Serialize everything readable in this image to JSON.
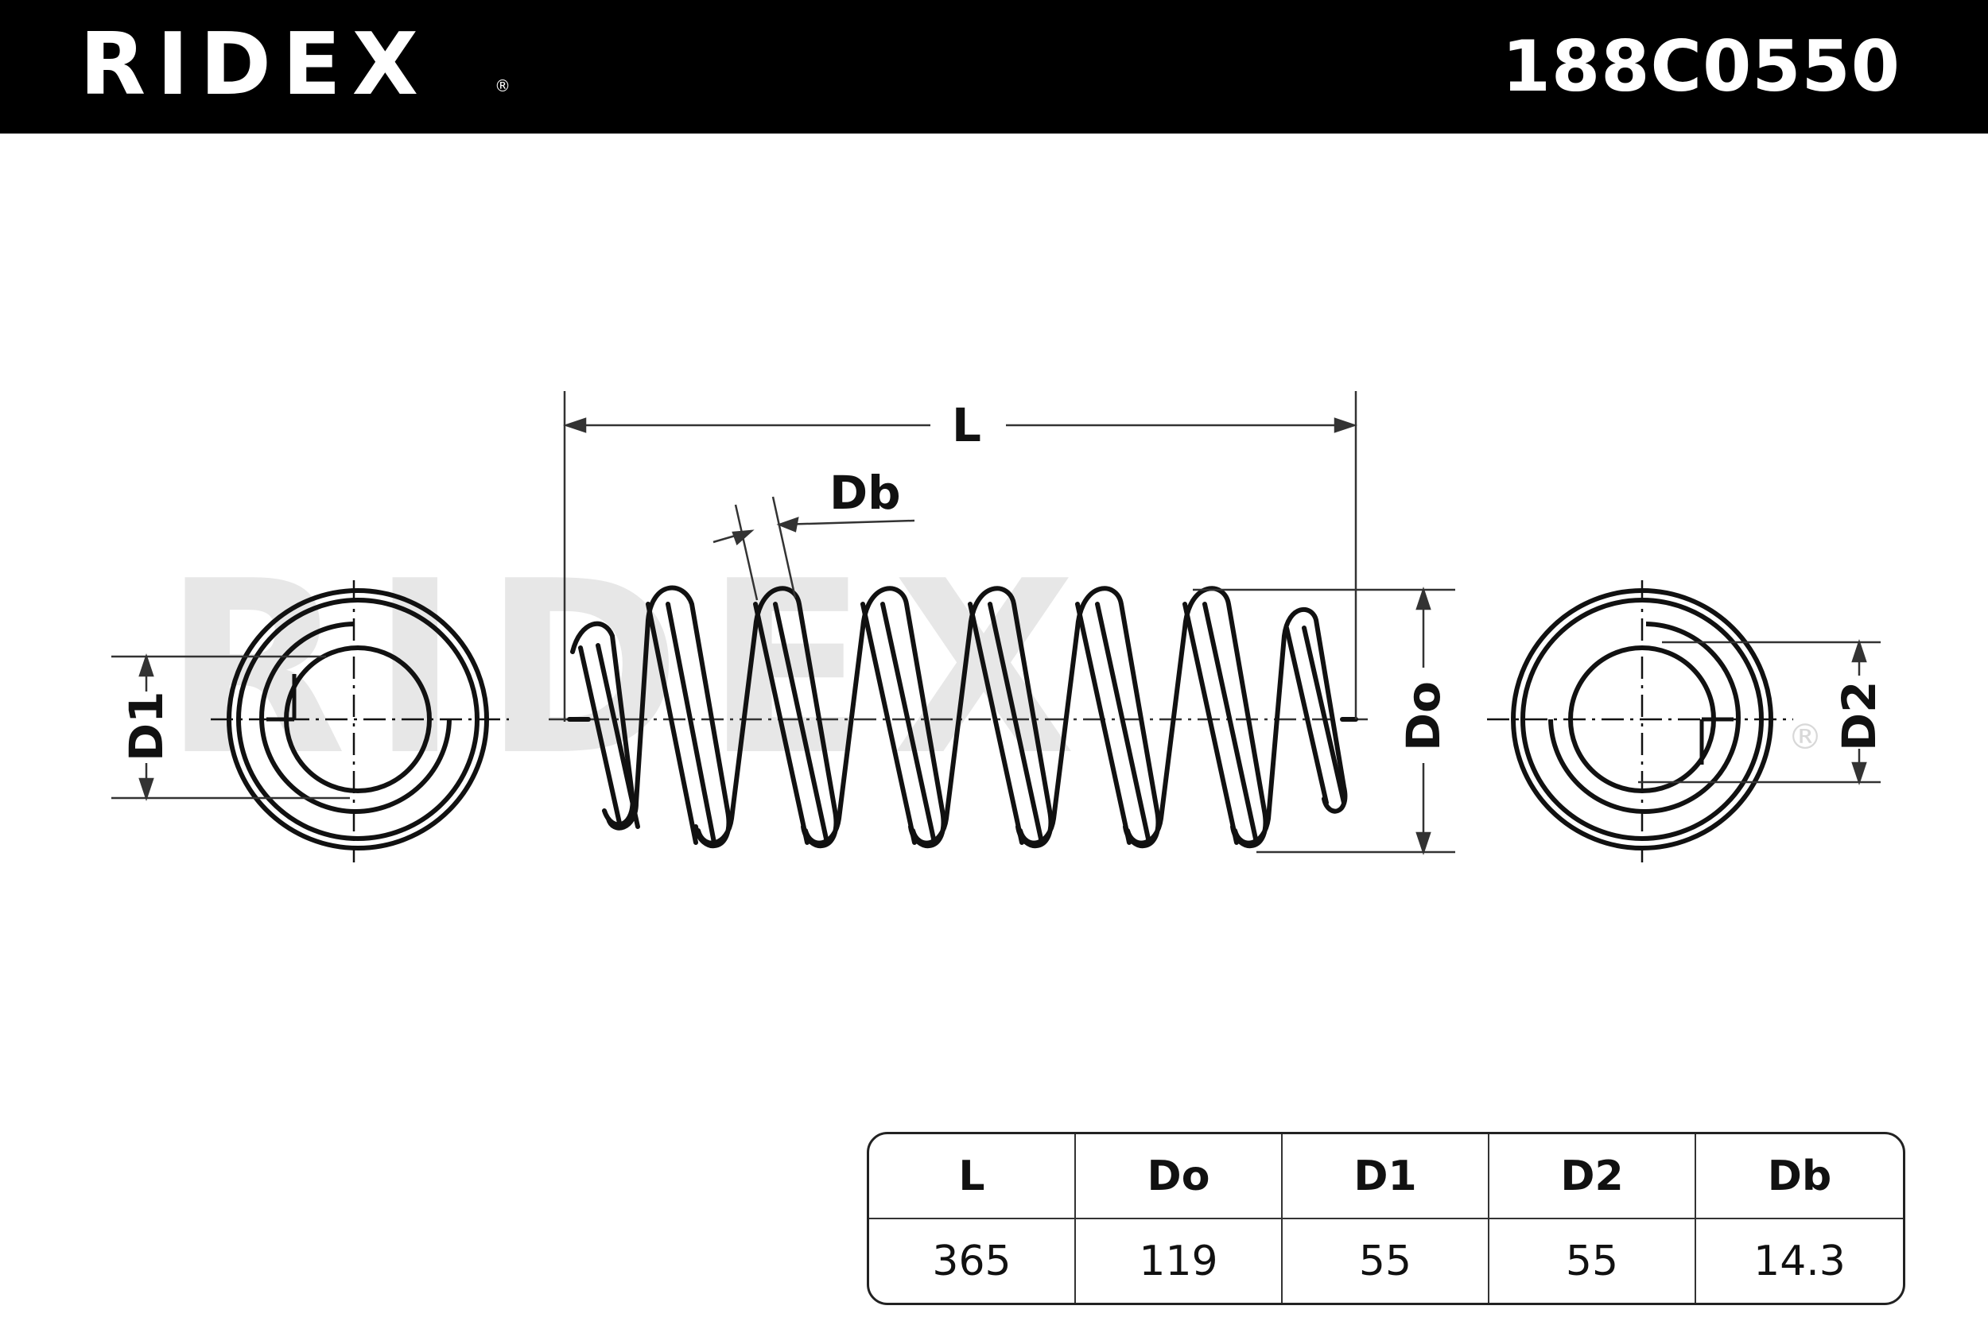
{
  "header": {
    "brand": "RIDEX",
    "part_number": "188C0550"
  },
  "drawing": {
    "watermark": "RIDEX",
    "labels": {
      "L": "L",
      "Db": "Db",
      "Do": "Do",
      "D1": "D1",
      "D2": "D2"
    }
  },
  "spec_table": {
    "columns": [
      "L",
      "Do",
      "D1",
      "D2",
      "Db"
    ],
    "values": [
      "365",
      "119",
      "55",
      "55",
      "14.3"
    ]
  }
}
